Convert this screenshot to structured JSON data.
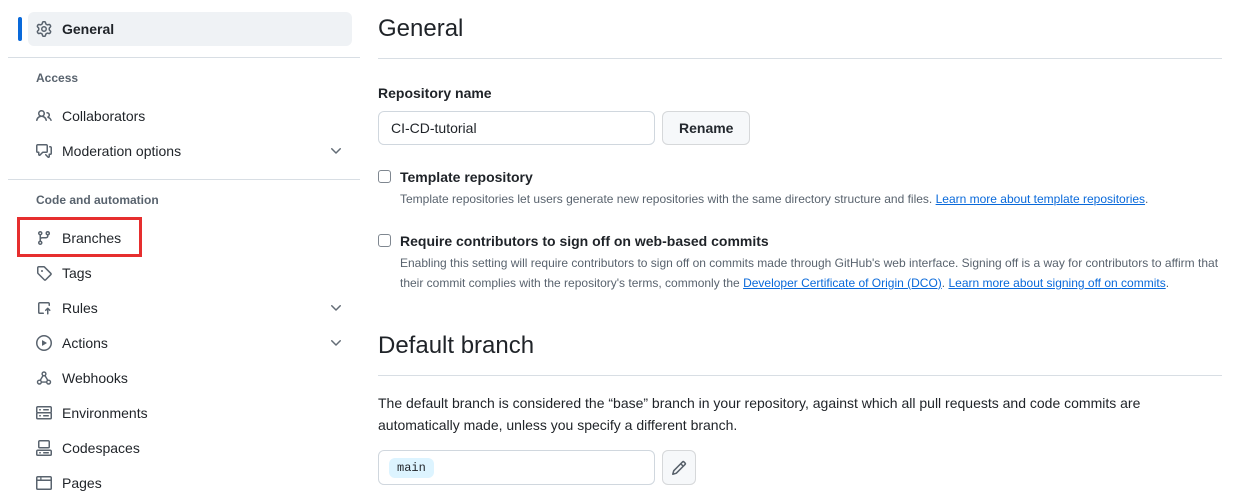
{
  "colors": {
    "accent_blue": "#0969da",
    "link_blue": "#0969da",
    "annotation_red": "#e62e2e",
    "selected_item_bg": "#eff2f5",
    "branch_badge_bg": "#ddf4ff",
    "muted_text": "#59636e",
    "primary_text": "#1f2328"
  },
  "sidebar": {
    "general": {
      "label": "General",
      "icon": "gear-icon"
    },
    "groups": [
      {
        "title": "Access",
        "items": [
          {
            "label": "Collaborators",
            "icon": "people-icon"
          },
          {
            "label": "Moderation options",
            "icon": "comment-discussion-icon",
            "chevron": "chevron-down-icon"
          }
        ]
      },
      {
        "title": "Code and automation",
        "items": [
          {
            "label": "Branches",
            "icon": "git-branch-icon",
            "annotated": true
          },
          {
            "label": "Tags",
            "icon": "tag-icon"
          },
          {
            "label": "Rules",
            "icon": "rules-icon",
            "chevron": "chevron-down-icon"
          },
          {
            "label": "Actions",
            "icon": "play-icon",
            "chevron": "chevron-down-icon"
          },
          {
            "label": "Webhooks",
            "icon": "webhook-icon"
          },
          {
            "label": "Environments",
            "icon": "server-icon"
          },
          {
            "label": "Codespaces",
            "icon": "codespaces-icon"
          },
          {
            "label": "Pages",
            "icon": "browser-icon"
          }
        ]
      }
    ]
  },
  "main": {
    "title": "General",
    "repository_name": {
      "label": "Repository name",
      "value": "CI-CD-tutorial",
      "button": "Rename"
    },
    "template_repository": {
      "label": "Template repository",
      "checked": false,
      "description": "Template repositories let users generate new repositories with the same directory structure and files. ",
      "link": "Learn more about template repositories",
      "suffix": "."
    },
    "signoff": {
      "label": "Require contributors to sign off on web-based commits",
      "checked": false,
      "description_part1": "Enabling this setting will require contributors to sign off on commits made through GitHub's web interface. Signing off is a way for contributors to affirm that their commit complies with the repository's terms, commonly the ",
      "link1": "Developer Certificate of Origin (DCO)",
      "separator": ". ",
      "link2": "Learn more about signing off on commits",
      "suffix": "."
    },
    "default_branch": {
      "title": "Default branch",
      "description": "The default branch is considered the “base” branch in your repository, against which all pull requests and code commits are automatically made, unless you specify a different branch.",
      "value": "main",
      "edit_icon": "pencil-icon"
    }
  }
}
